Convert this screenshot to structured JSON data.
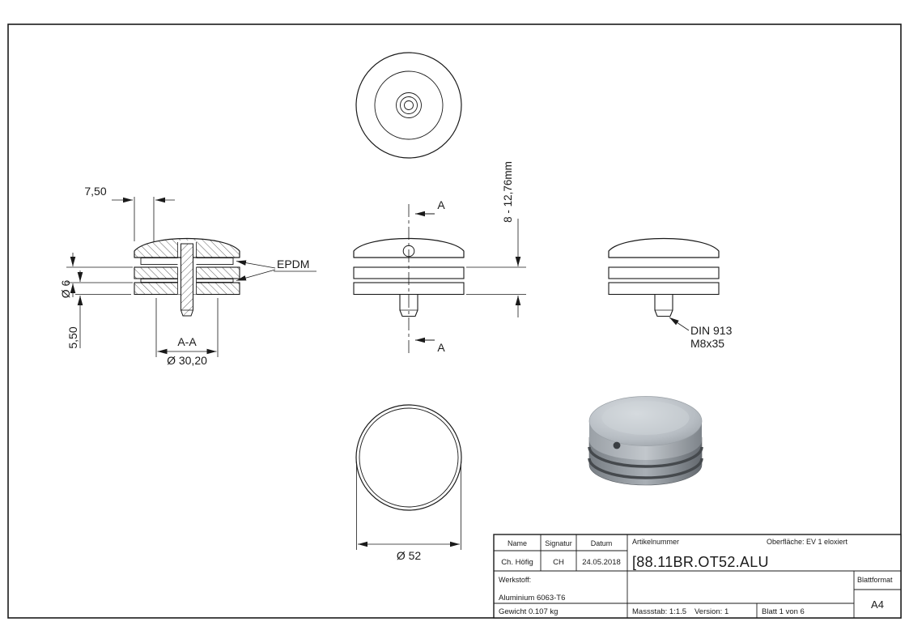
{
  "labels": {
    "section": "A-A",
    "epdm": "EPDM",
    "din_line1": "DIN 913",
    "din_line2": "M8x35",
    "section_arrow": "A"
  },
  "dimensions": {
    "top_offset": "7,50",
    "hole_dia": "Ø 6",
    "plate_thickness": "5,50",
    "inner_dia": "Ø 30,20",
    "glass_range": "8 - 12,76mm",
    "outer_dia": "Ø 52"
  },
  "title_block": {
    "col_name": "Name",
    "col_signatur": "Signatur",
    "col_datum": "Datum",
    "name": "Ch. Höfig",
    "signatur": "CH",
    "datum": "24.05.2018",
    "artikelnummer_label": "Artikelnummer",
    "artikelnummer": "[88.11BR.OT52.ALU",
    "oberflaeche": "Oberfläche:  EV 1 eloxiert",
    "werkstoff_label": "Werkstoff:",
    "werkstoff": "Aluminium 6063-T6",
    "gewicht": "Gewicht 0.107 kg",
    "massstab": "Massstab: 1:1.5",
    "version": "Version: 1",
    "blatt": "Blatt 1 von 6",
    "blattformat_label": "Blattformat",
    "blattformat": "A4"
  },
  "colors": {
    "line": "#1a1a1a",
    "background": "#ffffff",
    "iso_light": "#dde1e5",
    "iso_mid": "#a8aeb4",
    "iso_dark": "#64696f"
  }
}
